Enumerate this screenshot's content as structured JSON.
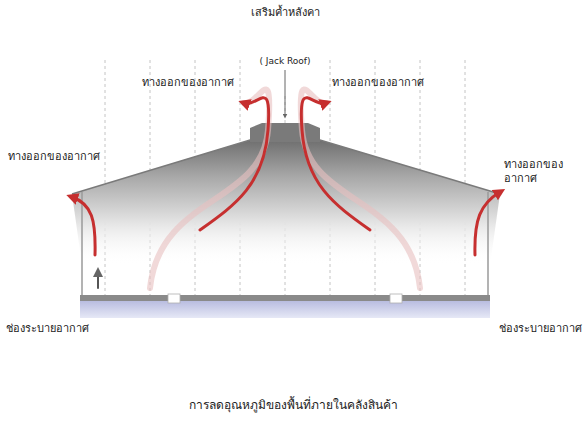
{
  "diagram": {
    "caption": "การลดอุณหภูมิของพื้นที่ภายในคลังสินค้า",
    "labels": [
      "เสริมค้ำหลังคา",
      "( Jack Roof)",
      "ทางออกของอากาศ",
      "ทางออกของอากาศ",
      "ทางออกของอากาศ",
      "ทางออกของ อากาศ",
      "ช่องระบายอากาศ",
      "ช่องระบายอากาศ"
    ]
  }
}
